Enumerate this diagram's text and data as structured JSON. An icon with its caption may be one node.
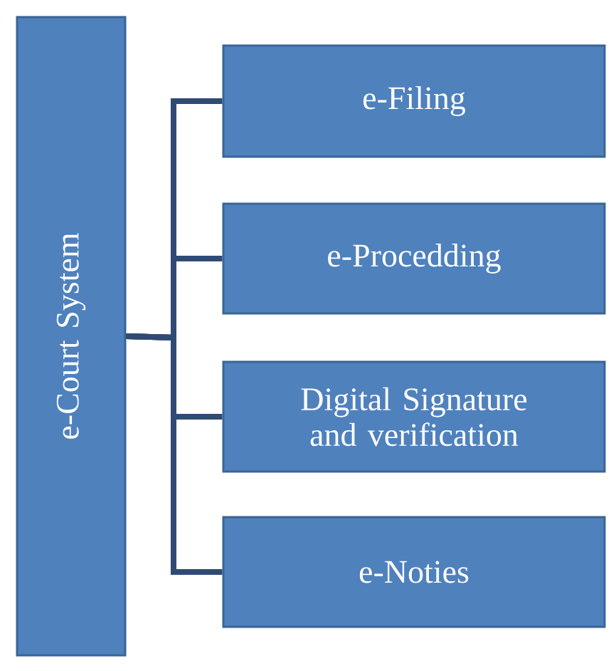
{
  "diagram": {
    "nodes": [
      {
        "text": [
          "e-Court System"
        ]
      },
      {
        "text": [
          "e-Filing"
        ]
      },
      {
        "text": [
          "e-Procedding"
        ]
      },
      {
        "text": [
          "Digital Signature and verification"
        ]
      },
      {
        "text": [
          "e-Noties"
        ]
      }
    ],
    "edges": [
      {
        "from": 0,
        "to": 1,
        "arrow": "none"
      },
      {
        "from": 0,
        "to": 2,
        "arrow": "none"
      },
      {
        "from": 0,
        "to": 3,
        "arrow": "none"
      },
      {
        "from": 0,
        "to": 4,
        "arrow": "none"
      }
    ]
  }
}
